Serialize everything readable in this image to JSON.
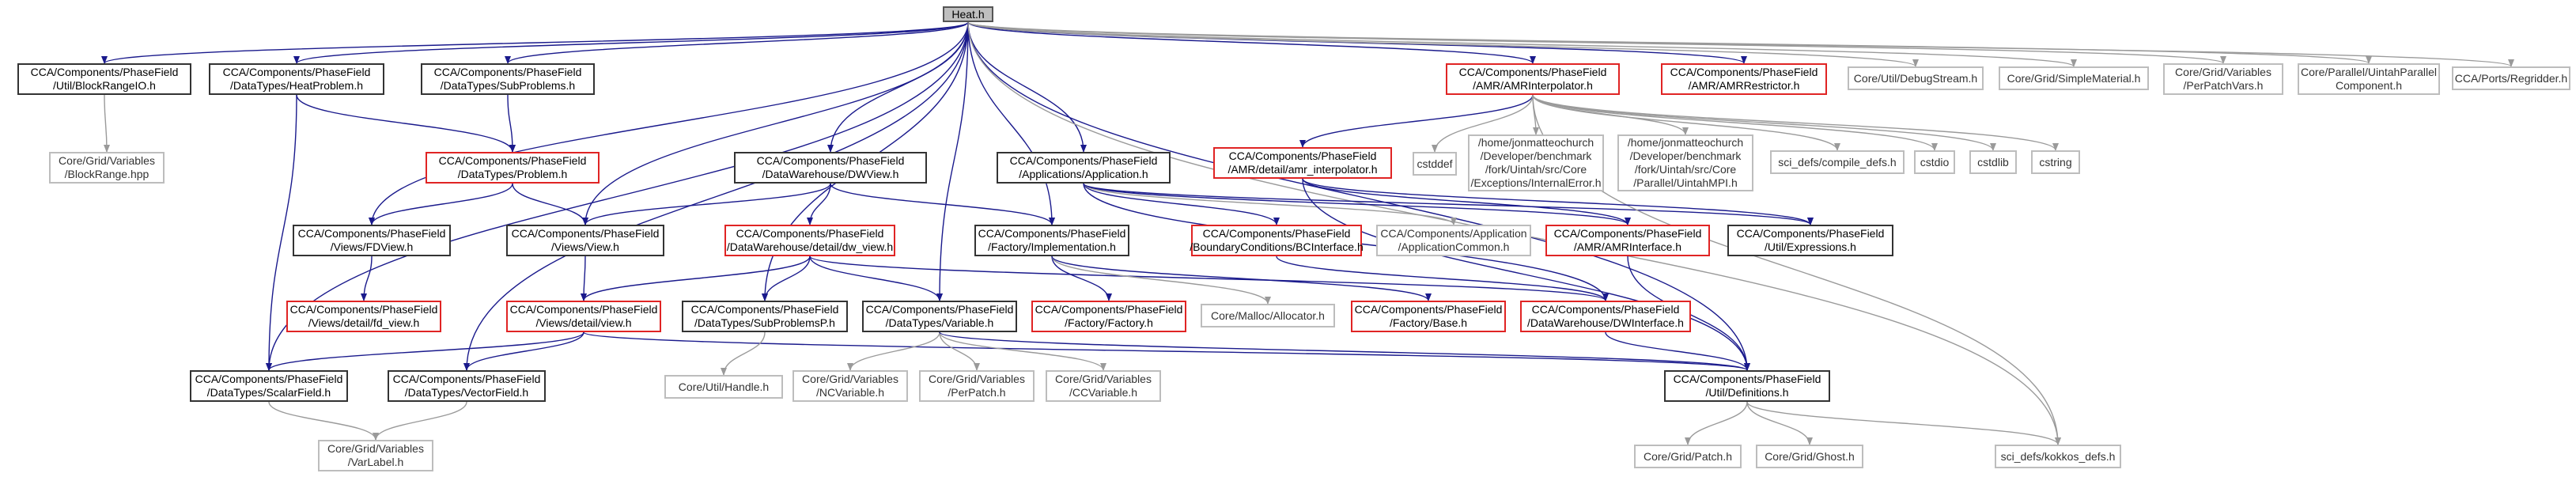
{
  "colors": {
    "edge": "#1a1a8c",
    "edge_gray": "#9a9a9a",
    "root_fill": "#bfbfbf",
    "red_border": "#e02424",
    "black_border": "#333333",
    "gray_border": "#bdbdbd"
  },
  "nodes": {
    "root": "Heat.h",
    "block_range_io": "CCA/Components/PhaseField\n/Util/BlockRangeIO.h",
    "heat_problem": "CCA/Components/PhaseField\n/DataTypes/HeatProblem.h",
    "sub_problems": "CCA/Components/PhaseField\n/DataTypes/SubProblems.h",
    "amr_interpolator": "CCA/Components/PhaseField\n/AMR/AMRInterpolator.h",
    "amr_restrictor": "CCA/Components/PhaseField\n/AMR/AMRRestrictor.h",
    "debug_stream": "Core/Util/DebugStream.h",
    "simple_material": "Core/Grid/SimpleMaterial.h",
    "per_patch_vars": "Core/Grid/Variables\n/PerPatchVars.h",
    "uintah_parallel": "Core/Parallel/UintahParallel\nComponent.h",
    "regridder": "CCA/Ports/Regridder.h",
    "block_range_hpp": "Core/Grid/Variables\n/BlockRange.hpp",
    "problem": "CCA/Components/PhaseField\n/DataTypes/Problem.h",
    "dw_view": "CCA/Components/PhaseField\n/DataWarehouse/DWView.h",
    "application": "CCA/Components/PhaseField\n/Applications/Application.h",
    "amr_interpolator_detail": "CCA/Components/PhaseField\n/AMR/detail/amr_interpolator.h",
    "cstddef": "cstddef",
    "internal_error": "/home/jonmatteochurch\n/Developer/benchmark\n/fork/Uintah/src/Core\n/Exceptions/InternalError.h",
    "uintah_mpi": "/home/jonmatteochurch\n/Developer/benchmark\n/fork/Uintah/src/Core\n/Parallel/UintahMPI.h",
    "compile_defs": "sci_defs/compile_defs.h",
    "cstdio": "cstdio",
    "cstdlib": "cstdlib",
    "cstring": "cstring",
    "fd_view": "CCA/Components/PhaseField\n/Views/FDView.h",
    "view": "CCA/Components/PhaseField\n/Views/View.h",
    "dw_view_detail": "CCA/Components/PhaseField\n/DataWarehouse/detail/dw_view.h",
    "factory_impl": "CCA/Components/PhaseField\n/Factory/Implementation.h",
    "bc_interface": "CCA/Components/PhaseField\n/BoundaryConditions/BCInterface.h",
    "application_common": "CCA/Components/Application\n/ApplicationCommon.h",
    "amr_interface": "CCA/Components/PhaseField\n/AMR/AMRInterface.h",
    "expressions": "CCA/Components/PhaseField\n/Util/Expressions.h",
    "fd_view_detail": "CCA/Components/PhaseField\n/Views/detail/fd_view.h",
    "view_detail": "CCA/Components/PhaseField\n/Views/detail/view.h",
    "sub_problems_p": "CCA/Components/PhaseField\n/DataTypes/SubProblemsP.h",
    "variable": "CCA/Components/PhaseField\n/DataTypes/Variable.h",
    "factory_h": "CCA/Components/PhaseField\n/Factory/Factory.h",
    "allocator": "Core/Malloc/Allocator.h",
    "factory_base": "CCA/Components/PhaseField\n/Factory/Base.h",
    "dw_interface": "CCA/Components/PhaseField\n/DataWarehouse/DWInterface.h",
    "scalar_field": "CCA/Components/PhaseField\n/DataTypes/ScalarField.h",
    "vector_field": "CCA/Components/PhaseField\n/DataTypes/VectorField.h",
    "handle": "Core/Util/Handle.h",
    "nc_variable": "Core/Grid/Variables\n/NCVariable.h",
    "per_patch": "Core/Grid/Variables\n/PerPatch.h",
    "cc_variable": "Core/Grid/Variables\n/CCVariable.h",
    "definitions": "CCA/Components/PhaseField\n/Util/Definitions.h",
    "var_label": "Core/Grid/Variables\n/VarLabel.h",
    "patch": "Core/Grid/Patch.h",
    "ghost": "Core/Grid/Ghost.h",
    "kokkos_defs": "sci_defs/kokkos_defs.h"
  }
}
